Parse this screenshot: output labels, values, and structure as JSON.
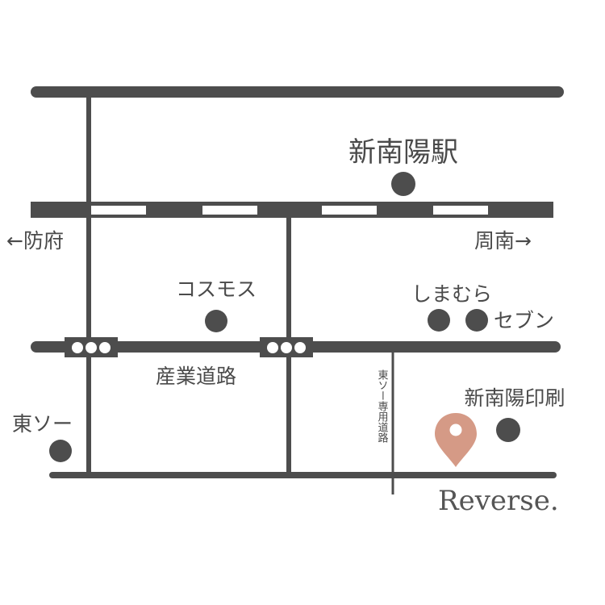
{
  "colors": {
    "road": "#4d4d4d",
    "pin": "#d59a86",
    "background": "#ffffff"
  },
  "labels": {
    "station": "新南陽駅",
    "to_hofu": "←防府",
    "to_shunan": "周南→",
    "cosmos": "コスモス",
    "shimamura": "しまむら",
    "seven": "セブン",
    "industrial_road": "産業道路",
    "tosoh": "東ソー",
    "tosoh_private_road": "東ソー専用道路",
    "printing": "新南陽印刷",
    "brand": "Reverse."
  }
}
